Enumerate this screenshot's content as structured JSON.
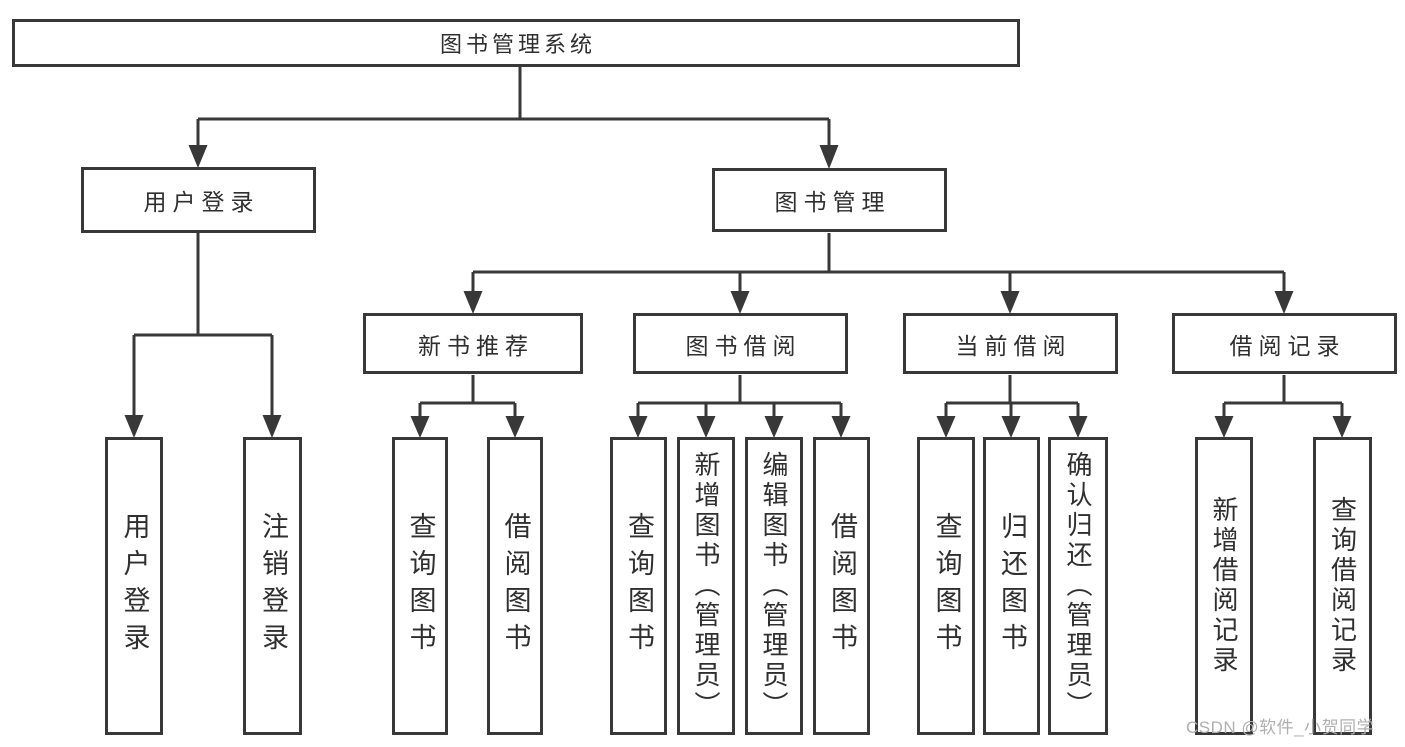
{
  "diagram": {
    "root": {
      "label": "图书管理系统"
    },
    "level2": {
      "user_login": {
        "label": "用户登录"
      },
      "book_management": {
        "label": "图书管理"
      }
    },
    "level3": {
      "new_book_recommend": {
        "label": "新书推荐"
      },
      "book_borrow": {
        "label": "图书借阅"
      },
      "current_borrow": {
        "label": "当前借阅"
      },
      "borrow_records": {
        "label": "借阅记录"
      }
    },
    "leaves": {
      "user_login_action": {
        "label": "用户登录"
      },
      "logout": {
        "label": "注销登录"
      },
      "recommend_query_books": {
        "label": "查询图书"
      },
      "recommend_borrow_books": {
        "label": "借阅图书"
      },
      "borrow_query_books": {
        "label": "查询图书"
      },
      "borrow_add_books": {
        "label": "新增图书（管理员）"
      },
      "borrow_edit_books": {
        "label": "编辑图书（管理员）"
      },
      "borrow_borrow_books": {
        "label": "借阅图书"
      },
      "current_query_books": {
        "label": "查询图书"
      },
      "current_return_books": {
        "label": "归还图书"
      },
      "current_confirm_return": {
        "label": "确认归还（管理员）"
      },
      "records_add_record": {
        "label": "新增借阅记录"
      },
      "records_query_record": {
        "label": "查询借阅记录"
      }
    }
  },
  "watermark": {
    "text": "CSDN @软件_小贺同学"
  },
  "colors": {
    "line": "#383838",
    "text": "#2f2f2f",
    "watermark": "#b0b0b0",
    "background": "#ffffff"
  }
}
